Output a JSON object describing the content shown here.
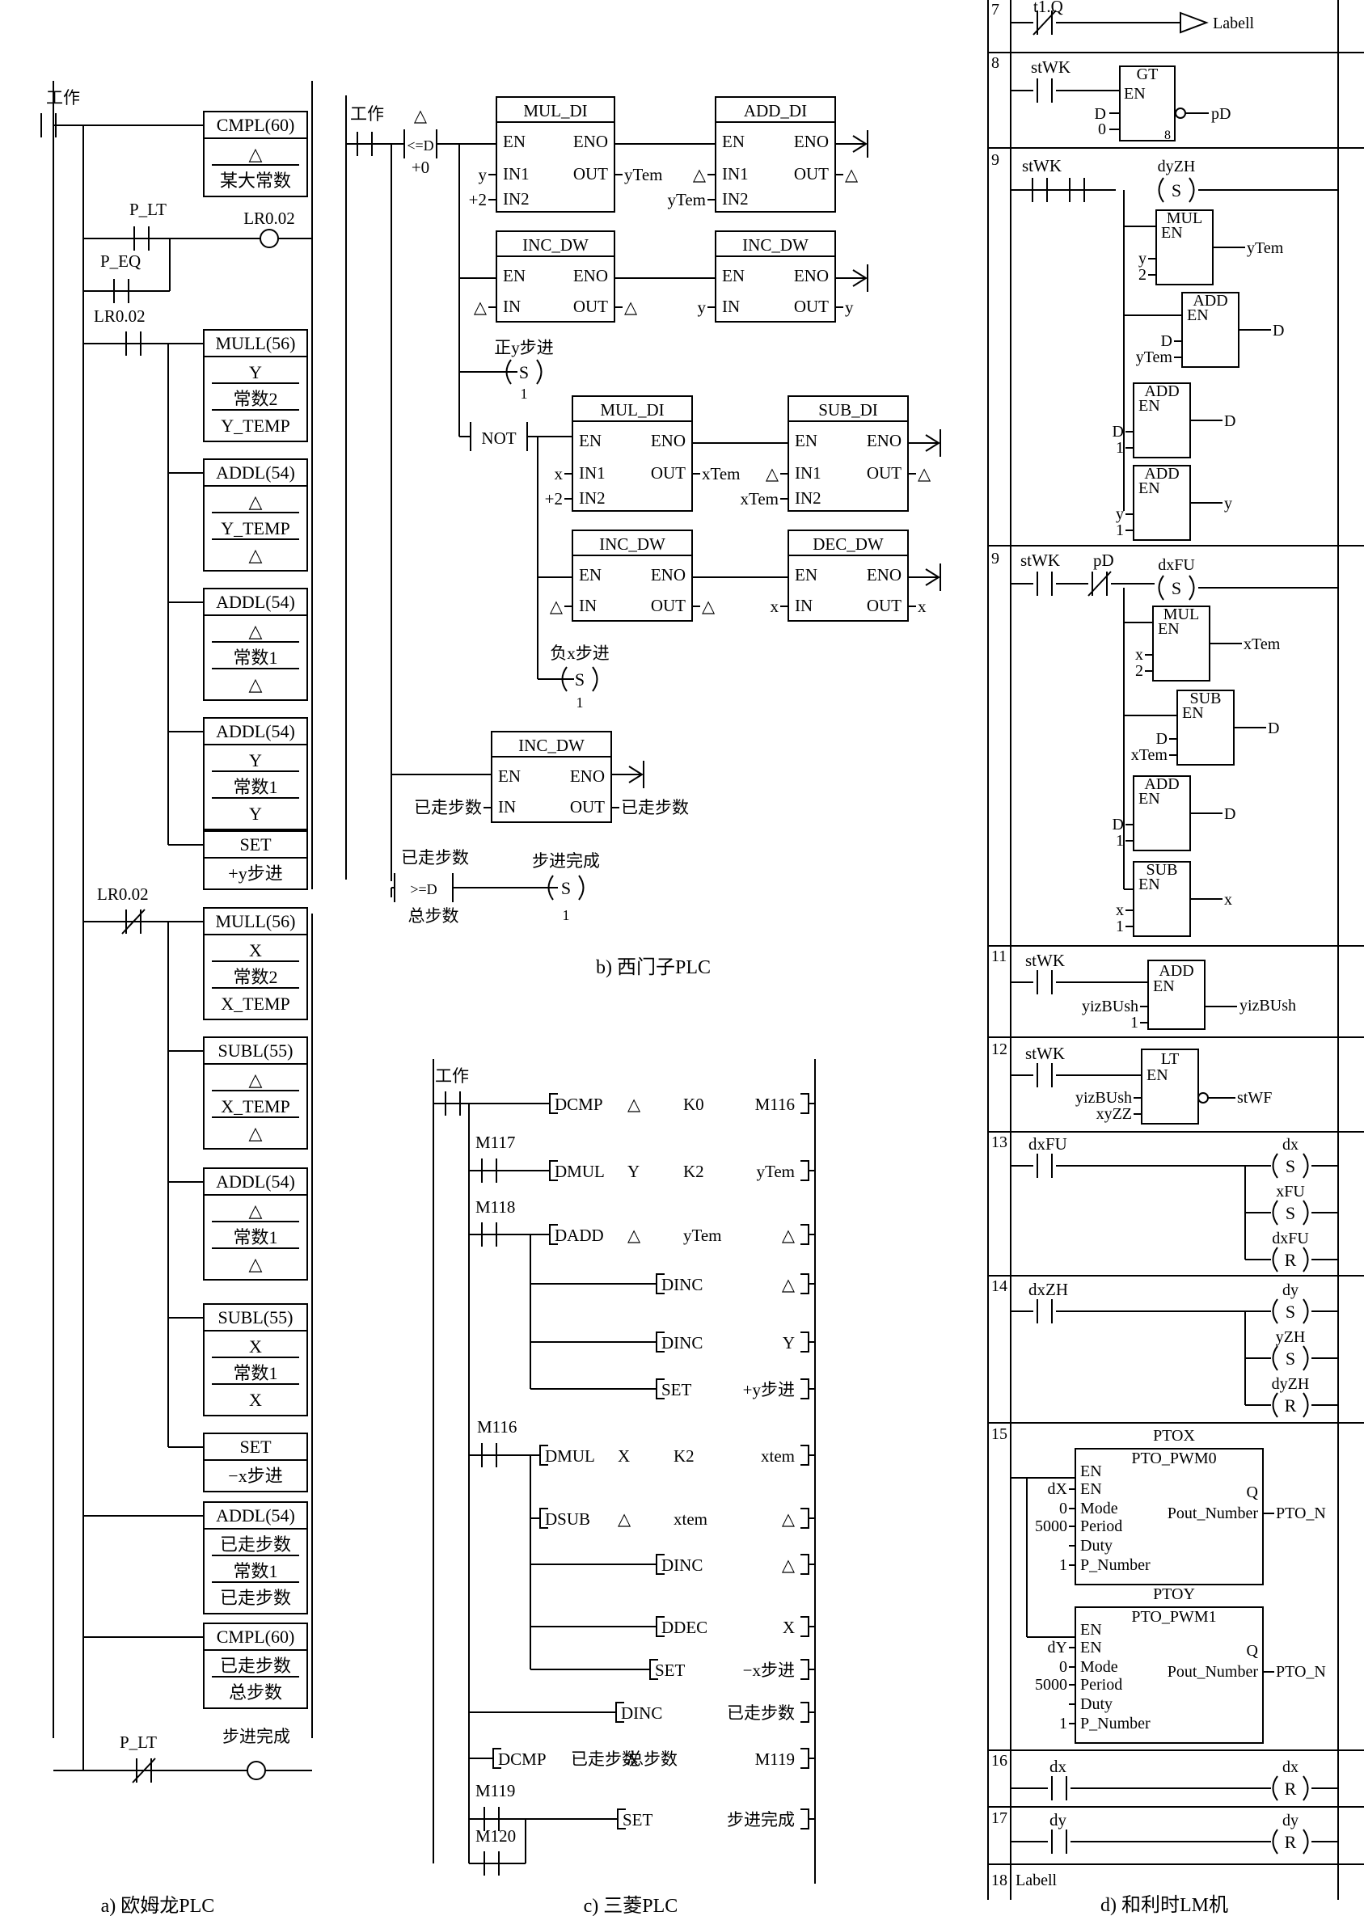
{
  "captions": {
    "a": "a) 欧姆龙PLC",
    "b": "b) 西门子PLC",
    "c": "c) 三菱PLC",
    "d": "d) 和利时LM机"
  },
  "omron": {
    "contact_work": "工作",
    "cmpl1": {
      "title": "CMPL(60)",
      "lines": [
        "△",
        "某大常数"
      ]
    },
    "contact_plt": "P_LT",
    "contact_peq": "P_EQ",
    "coil_lr002": "LR0.02",
    "contact_lr002": "LR0.02",
    "mull1": {
      "title": "MULL(56)",
      "lines": [
        "Y",
        "常数2",
        "Y_TEMP"
      ]
    },
    "addl1": {
      "title": "ADDL(54)",
      "lines": [
        "△",
        "Y_TEMP",
        "△"
      ]
    },
    "addl2": {
      "title": "ADDL(54)",
      "lines": [
        "△",
        "常数1",
        "△"
      ]
    },
    "addl3": {
      "title": "ADDL(54)",
      "lines": [
        "Y",
        "常数1",
        "Y"
      ]
    },
    "set1": {
      "title": "SET",
      "lines": [
        "+y步进"
      ]
    },
    "contact_lr002_nc": "LR0.02",
    "mull2": {
      "title": "MULL(56)",
      "lines": [
        "X",
        "常数2",
        "X_TEMP"
      ]
    },
    "subl1": {
      "title": "SUBL(55)",
      "lines": [
        "△",
        "X_TEMP",
        "△"
      ]
    },
    "addl4": {
      "title": "ADDL(54)",
      "lines": [
        "△",
        "常数1",
        "△"
      ]
    },
    "subl2": {
      "title": "SUBL(55)",
      "lines": [
        "X",
        "常数1",
        "X"
      ]
    },
    "set2": {
      "title": "SET",
      "lines": [
        "−x步进"
      ]
    },
    "addl5": {
      "title": "ADDL(54)",
      "lines": [
        "已走步数",
        "常数1",
        "已走步数"
      ]
    },
    "cmpl2": {
      "title": "CMPL(60)",
      "lines": [
        "已走步数",
        "总步数"
      ]
    },
    "contact_plt2": "P_LT",
    "coil_done": "步进完成"
  },
  "siemens": {
    "contact_work": "工作",
    "cmp_top": "△",
    "cmp_op": "<=D",
    "cmp_bottom": "+0",
    "mul_di1": {
      "title": "MUL_DI",
      "in1": "y",
      "in2": "+2",
      "out": "yTem"
    },
    "add_di": {
      "title": "ADD_DI",
      "in1": "△",
      "in2": "yTem",
      "out": "△"
    },
    "inc_dw1": {
      "title": "INC_DW",
      "in": "△",
      "out": "△"
    },
    "inc_dw2": {
      "title": "INC_DW",
      "in": "y",
      "out": "y"
    },
    "coil_ypos": {
      "name": "正y步进",
      "op": "S",
      "n": "1"
    },
    "not_label": "NOT",
    "mul_di2": {
      "title": "MUL_DI",
      "in1": "x",
      "in2": "+2",
      "out": "xTem"
    },
    "sub_di": {
      "title": "SUB_DI",
      "in1": "△",
      "in2": "xTem",
      "out": "△"
    },
    "inc_dw3": {
      "title": "INC_DW",
      "in": "△",
      "out": "△"
    },
    "dec_dw": {
      "title": "DEC_DW",
      "in": "x",
      "out": "x"
    },
    "coil_xneg": {
      "name": "负x步进",
      "op": "S",
      "n": "1"
    },
    "inc_dw4": {
      "title": "INC_DW",
      "in": "已走步数",
      "out": "已走步数"
    },
    "cmp2_top": "已走步数",
    "cmp2_op": ">=D",
    "cmp2_bottom": "总步数",
    "coil_done": {
      "name": "步进完成",
      "op": "S",
      "n": "1"
    },
    "pin_en": "EN",
    "pin_eno": "ENO",
    "pin_in1": "IN1",
    "pin_in2": "IN2",
    "pin_in": "IN",
    "pin_out": "OUT"
  },
  "mitsubishi": {
    "contact_work": "工作",
    "contact_m117": "M117",
    "contact_m118": "M118",
    "contact_m116": "M116",
    "contact_m119": "M119",
    "contact_m120": "M120",
    "instructions": [
      {
        "op": "DCMP",
        "a": "△",
        "b": "K0",
        "c": "M116"
      },
      {
        "op": "DMUL",
        "a": "Y",
        "b": "K2",
        "c": "yTem"
      },
      {
        "op": "DADD",
        "a": "△",
        "b": "yTem",
        "c": "△"
      },
      {
        "op": "DINC",
        "a": "△",
        "b": "",
        "c": ""
      },
      {
        "op": "DINC",
        "a": "Y",
        "b": "",
        "c": ""
      },
      {
        "op": "SET",
        "a": "+y步进",
        "b": "",
        "c": ""
      },
      {
        "op": "DMUL",
        "a": "X",
        "b": "K2",
        "c": "xtem"
      },
      {
        "op": "DSUB",
        "a": "△",
        "b": "xtem",
        "c": "△"
      },
      {
        "op": "DINC",
        "a": "△",
        "b": "",
        "c": ""
      },
      {
        "op": "DDEC",
        "a": "X",
        "b": "",
        "c": ""
      },
      {
        "op": "SET",
        "a": "−x步进",
        "b": "",
        "c": ""
      },
      {
        "op": "DINC",
        "a": "已走步数",
        "b": "",
        "c": ""
      },
      {
        "op": "DCMP",
        "a": "已走步数",
        "b": "总步数",
        "c": "M119"
      },
      {
        "op": "SET",
        "a": "步进完成",
        "b": "",
        "c": ""
      }
    ]
  },
  "hollysys": {
    "rungs": [
      "7",
      "8",
      "9",
      "9",
      "11",
      "12",
      "13",
      "14",
      "15",
      "16",
      "17",
      "18"
    ],
    "r7": {
      "contact": "t1.Q",
      "jump": "Labell"
    },
    "r8": {
      "contact": "stWK",
      "block": "GT",
      "en": "EN",
      "in1": "D",
      "in2": "0",
      "in2b": "8",
      "out": "pD"
    },
    "r9a": {
      "contact": "stWK",
      "coil": "dyZH",
      "coil_op": "S",
      "mul": {
        "title": "MUL",
        "in1": "y",
        "in2": "2",
        "out": "yTem"
      },
      "add1": {
        "title": "ADD",
        "in1": "D",
        "in2": "yTem",
        "out": "D"
      },
      "add2": {
        "title": "ADD",
        "in1": "D",
        "in2": "1",
        "out": "D"
      },
      "add3": {
        "title": "ADD",
        "in1": "y",
        "in2": "1",
        "out": "y"
      }
    },
    "r9b": {
      "contact": "stWK",
      "contact2": "pD",
      "coil": "dxFU",
      "coil_op": "S",
      "mul": {
        "title": "MUL",
        "in1": "x",
        "in2": "2",
        "out": "xTem"
      },
      "sub1": {
        "title": "SUB",
        "in1": "D",
        "in2": "xTem",
        "out": "D"
      },
      "add": {
        "title": "ADD",
        "in1": "D",
        "in2": "1",
        "out": "D"
      },
      "sub2": {
        "title": "SUB",
        "in1": "x",
        "in2": "1",
        "out": "x"
      }
    },
    "r11": {
      "contact": "stWK",
      "title": "ADD",
      "in1": "yizBUsh",
      "in2": "1",
      "out": "yizBUsh"
    },
    "r12": {
      "contact": "stWK",
      "title": "LT",
      "in1": "yizBUsh",
      "in2": "xyZZ",
      "out": "stWF"
    },
    "r13": {
      "contact": "dxFU",
      "coils": [
        {
          "name": "dx",
          "op": "S"
        },
        {
          "name": "xFU",
          "op": "S"
        },
        {
          "name": "dxFU",
          "op": "R"
        }
      ]
    },
    "r14": {
      "contact": "dxZH",
      "coils": [
        {
          "name": "dy",
          "op": "S"
        },
        {
          "name": "yZH",
          "op": "S"
        },
        {
          "name": "dyZH",
          "op": "R"
        }
      ]
    },
    "r15": {
      "ptox": {
        "label": "PTOX",
        "title": "PTO_PWM0",
        "pins": [
          "EN",
          "EN",
          "Mode",
          "Period",
          "Duty",
          "P_Number"
        ],
        "vals": [
          "",
          "dX",
          "0",
          "5000",
          "",
          "1"
        ],
        "q": "Q",
        "pout": "Pout_Number",
        "out": "PTO_N"
      },
      "ptoy": {
        "label": "PTOY",
        "title": "PTO_PWM1",
        "pins": [
          "EN",
          "EN",
          "Mode",
          "Period",
          "Duty",
          "P_Number"
        ],
        "vals": [
          "",
          "dY",
          "0",
          "5000",
          "",
          "1"
        ],
        "q": "Q",
        "pout": "Pout_Number",
        "out": "PTO_N"
      }
    },
    "r16": {
      "contact": "dx",
      "coil": "dx",
      "op": "R"
    },
    "r17": {
      "contact": "dy",
      "coil": "dy",
      "op": "R"
    },
    "r18": {
      "label": "Labell"
    },
    "pin_en": "EN"
  }
}
